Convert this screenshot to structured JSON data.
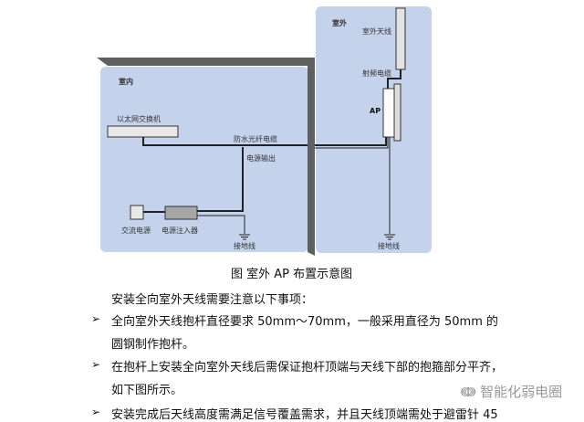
{
  "diagram": {
    "indoor": "室内",
    "outdoor": "室外",
    "switch": "以太网交换机",
    "fiber": "防水光纤电缆",
    "power_out": "电源输出",
    "ac": "交流电源",
    "injector": "电源注入器",
    "ground": "接地线",
    "ground2": "接地线",
    "antenna": "室外天线",
    "rf": "射频电缆",
    "ap": "AP"
  },
  "caption": "图  室外 AP 布置示意图",
  "intro": "安装全向室外天线需要注意以下事项：",
  "items": [
    {
      "bullet": "➢",
      "line1": "全向室外天线抱杆直径要求  50mm～70mm，一般采用直径为  50mm  的",
      "line2": "圆钢制作抱杆。"
    },
    {
      "bullet": "➢",
      "line1": "在抱杆上安装全向室外天线后需保证抱杆顶端与天线下部的抱箍部分平齐，",
      "line2": "如下图所示。"
    },
    {
      "bullet": "➢",
      "line1": "安装完成后天线高度需满足信号覆盖需求，并且天线顶端需处于避雷针  45"
    }
  ],
  "watermark": "智能化弱电圈"
}
